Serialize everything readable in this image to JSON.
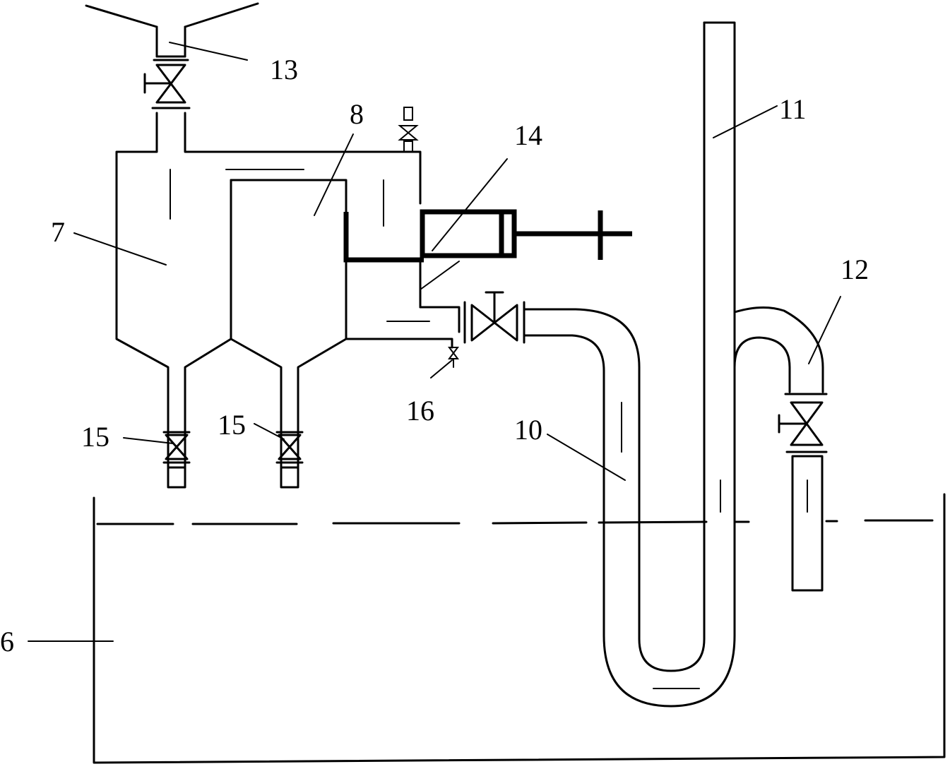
{
  "labels": {
    "tank": "6",
    "vessel_7": "7",
    "vessel_8": "8",
    "pipe_10": "10",
    "pipe_11": "11",
    "branch_12": "12",
    "inlet_13": "13",
    "cylinder_14": "14",
    "drain_15_left": "15",
    "drain_15_right": "15",
    "vent_16": "16"
  }
}
